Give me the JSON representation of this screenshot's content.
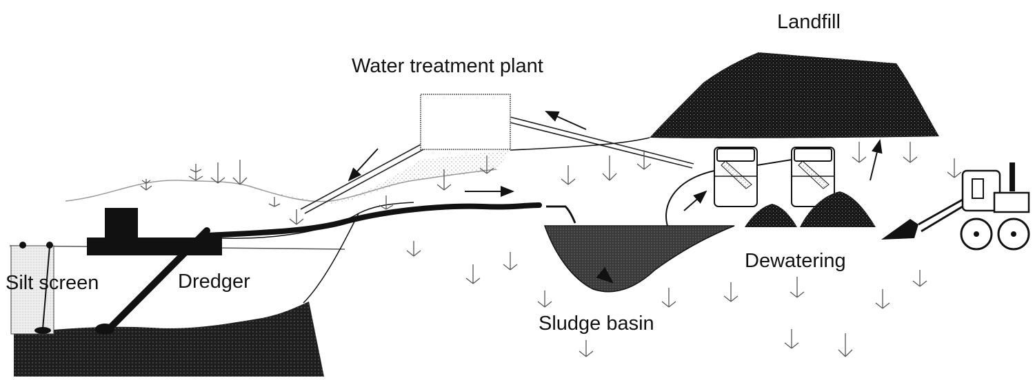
{
  "labels": {
    "landfill": "Landfill",
    "water_treatment_plant": "Water treatment plant",
    "silt_screen": "Silt screen",
    "dredger": "Dredger",
    "dewatering": "Dewatering",
    "sludge_basin": "Sludge basin"
  },
  "colors": {
    "ink": "#111111",
    "sediment": "#2a2a2a",
    "sludge": "#3a3a3a",
    "stipple": "#9a9a9a"
  }
}
